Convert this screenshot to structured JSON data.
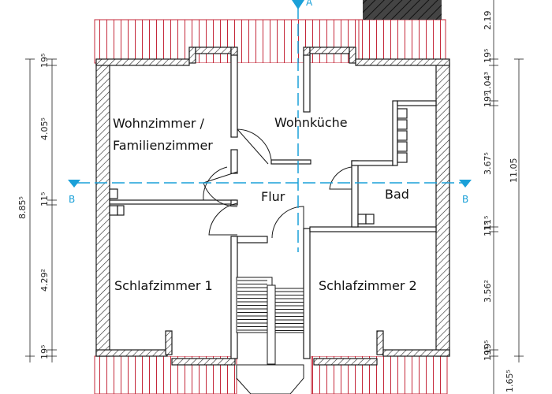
{
  "rooms": {
    "wohnzimmer_line1": "Wohnzimmer /",
    "wohnzimmer_line2": "Familienzimmer",
    "wohnkueche": "Wohnküche",
    "flur": "Flur",
    "bad": "Bad",
    "schlafzimmer1": "Schlafzimmer 1",
    "schlafzimmer2": "Schlafzimmer 2"
  },
  "section_markers": {
    "a_top": "A",
    "b_left": "B",
    "b_right": "B"
  },
  "dimensions_left": {
    "d_top": "19⁵",
    "d_wohnzimmer": "4.05⁵",
    "d_mid": "11⁵",
    "d_total": "8.85⁵",
    "d_schlaf": "4.29²",
    "d_bottom": "19⁵"
  },
  "dimensions_right": {
    "d_roof_top": "2.19",
    "d_top_wall": "19⁵",
    "d_top_wall2": "19⁵",
    "d_a": "1.04³",
    "d_b": "3.67⁵",
    "d_total": "11.05",
    "d_mid1": "11⁵",
    "d_mid2": "11⁵",
    "d_c": "3.56²",
    "d_bot1": "19⁵",
    "d_bot2": "19⁵",
    "d_roof_bottom": "1.65⁵"
  },
  "colors": {
    "roof": "#c4283a",
    "section_line": "#1aa0d8",
    "wall": "#1a1a1a"
  }
}
